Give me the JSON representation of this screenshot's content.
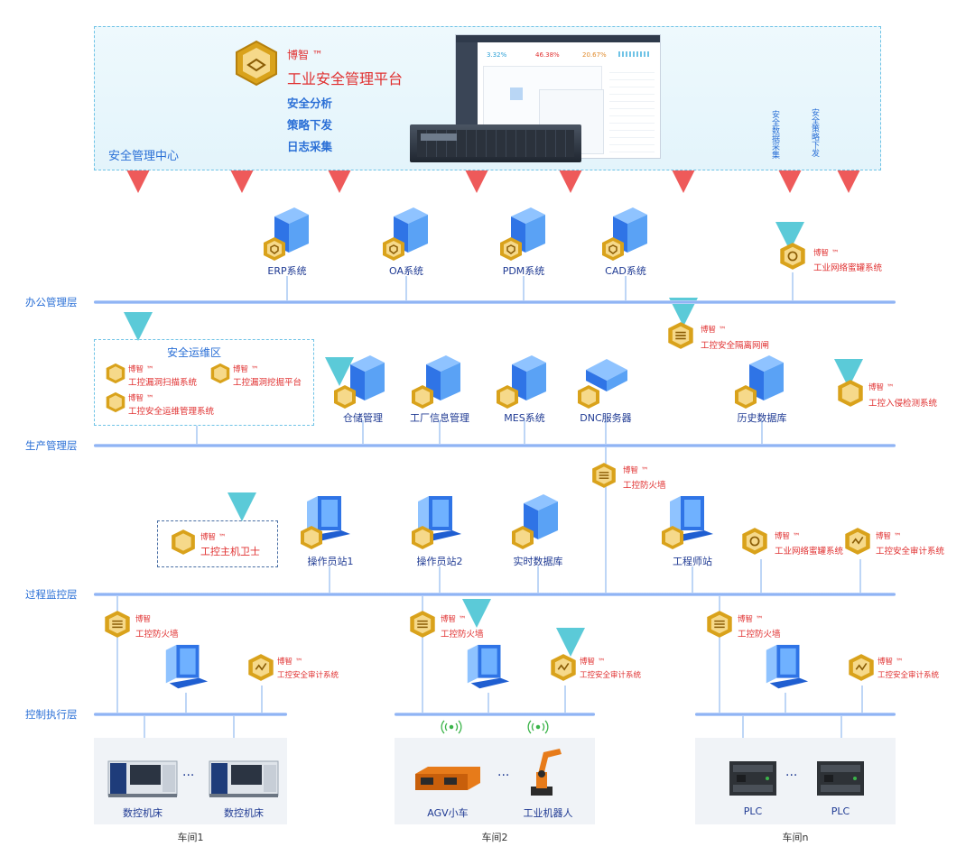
{
  "center": {
    "label": "安全管理中心",
    "brand": "博智",
    "tm": "™",
    "title": "工业安全管理平台",
    "features": [
      "安全分析",
      "策略下发",
      "日志采集"
    ],
    "screen_stats": [
      "3.32%",
      "46.38%",
      "20.67%"
    ],
    "upload_label": "安全数据采集",
    "download_label": "安全策略下发"
  },
  "layers": {
    "office": "办公管理层",
    "production": "生产管理层",
    "process": "过程监控层",
    "control": "控制执行层"
  },
  "office_nodes": [
    "ERP系统",
    "OA系统",
    "PDM系统",
    "CAD系统"
  ],
  "production_nodes": [
    "仓储管理",
    "工厂信息管理",
    "MES系统",
    "DNC服务器",
    "历史数据库"
  ],
  "process_nodes": [
    "操作员站1",
    "操作员站2",
    "实时数据库",
    "工程师站"
  ],
  "ops_zone": {
    "title": "安全运维区",
    "items": [
      {
        "brand": "博智 ™",
        "name": "工控漏洞扫描系统"
      },
      {
        "brand": "博智 ™",
        "name": "工控漏洞挖掘平台"
      },
      {
        "brand": "博智 ™",
        "name": "工控安全运维管理系统"
      }
    ]
  },
  "security": {
    "honeypot_office": {
      "brand": "博智 ™",
      "name": "工业网络蜜罐系统"
    },
    "isolation": {
      "brand": "博智 ™",
      "name": "工控安全隔离网闸"
    },
    "ids": {
      "brand": "博智 ™",
      "name": "工控入侵检测系统"
    },
    "firewall_mid": {
      "brand": "博智 ™",
      "name": "工控防火墙"
    },
    "host_guard": {
      "brand": "博智 ™",
      "name": "工控主机卫士"
    },
    "honeypot_process": {
      "brand": "博智 ™",
      "name": "工业网络蜜罐系统"
    },
    "audit_process": {
      "brand": "博智 ™",
      "name": "工控安全审计系统"
    },
    "firewall_1": {
      "brand": "博智",
      "name": "工控防火墙"
    },
    "firewall_2": {
      "brand": "博智 ™",
      "name": "工控防火墙"
    },
    "firewall_3": {
      "brand": "博智 ™",
      "name": "工控防火墙"
    },
    "audit_1": {
      "brand": "博智 ™",
      "name": "工控安全审计系统"
    },
    "audit_2": {
      "brand": "博智 ™",
      "name": "工控安全审计系统"
    },
    "audit_3": {
      "brand": "博智 ™",
      "name": "工控安全审计系统"
    }
  },
  "workshops": [
    {
      "name": "车间1",
      "devices": [
        "数控机床",
        "数控机床"
      ],
      "ellipsis": "···"
    },
    {
      "name": "车间2",
      "devices": [
        "AGV小车",
        "工业机器人"
      ],
      "ellipsis": "···"
    },
    {
      "name": "车间n",
      "devices": [
        "PLC",
        "PLC"
      ],
      "ellipsis": "···"
    }
  ],
  "colors": {
    "brand_red": "#e03030",
    "accent_blue": "#2a6fd6",
    "teal": "#5bc8d8",
    "gold": "#d9a21b"
  },
  "icons": {
    "security_badge": "gold-shield-badge-icon",
    "server": "server-cube-icon",
    "workstation": "workstation-icon"
  }
}
